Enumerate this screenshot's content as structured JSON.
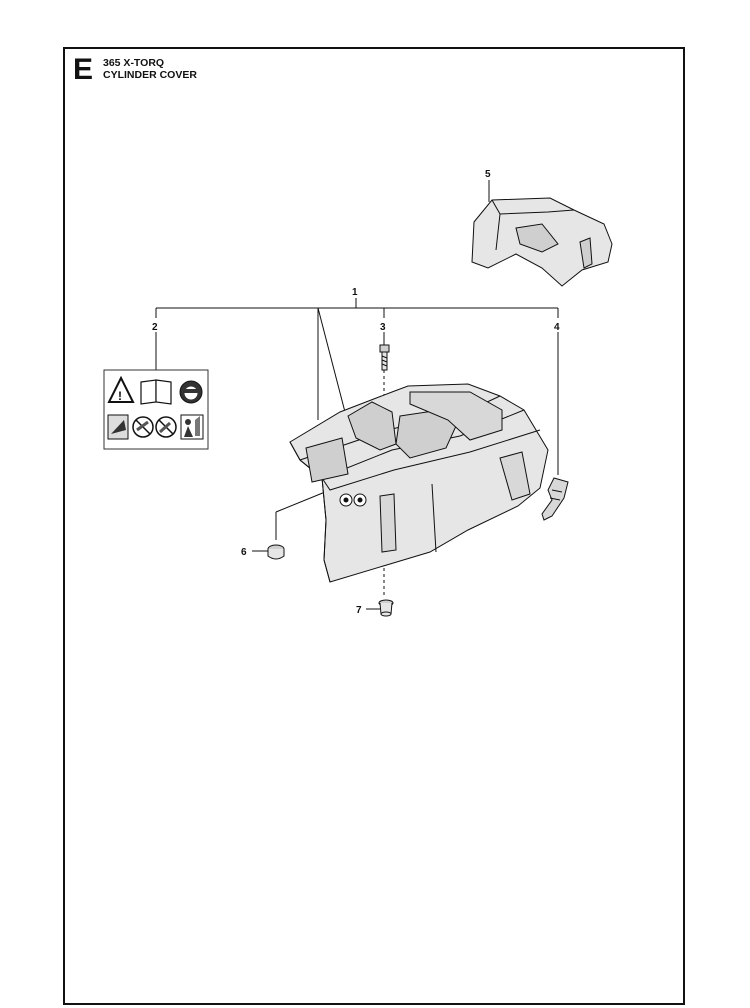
{
  "header": {
    "section_letter": "E",
    "model": "365 X-TORQ",
    "title": "CYLINDER COVER"
  },
  "callouts": [
    {
      "id": 1,
      "label": "1"
    },
    {
      "id": 2,
      "label": "2"
    },
    {
      "id": 3,
      "label": "3"
    },
    {
      "id": 4,
      "label": "4"
    },
    {
      "id": 5,
      "label": "5"
    },
    {
      "id": 6,
      "label": "6"
    },
    {
      "id": 7,
      "label": "7"
    }
  ],
  "parts": [
    {
      "callout": "1",
      "name": "cylinder-cover-assembly"
    },
    {
      "callout": "2",
      "name": "warning-decal"
    },
    {
      "callout": "3",
      "name": "screw"
    },
    {
      "callout": "4",
      "name": "cover-clip"
    },
    {
      "callout": "5",
      "name": "top-cover"
    },
    {
      "callout": "6",
      "name": "rubber-grommet"
    },
    {
      "callout": "7",
      "name": "sleeve"
    }
  ],
  "colors": {
    "line": "#111111",
    "part_fill": "#e6e6e6",
    "part_shade": "#cfcfcf"
  }
}
